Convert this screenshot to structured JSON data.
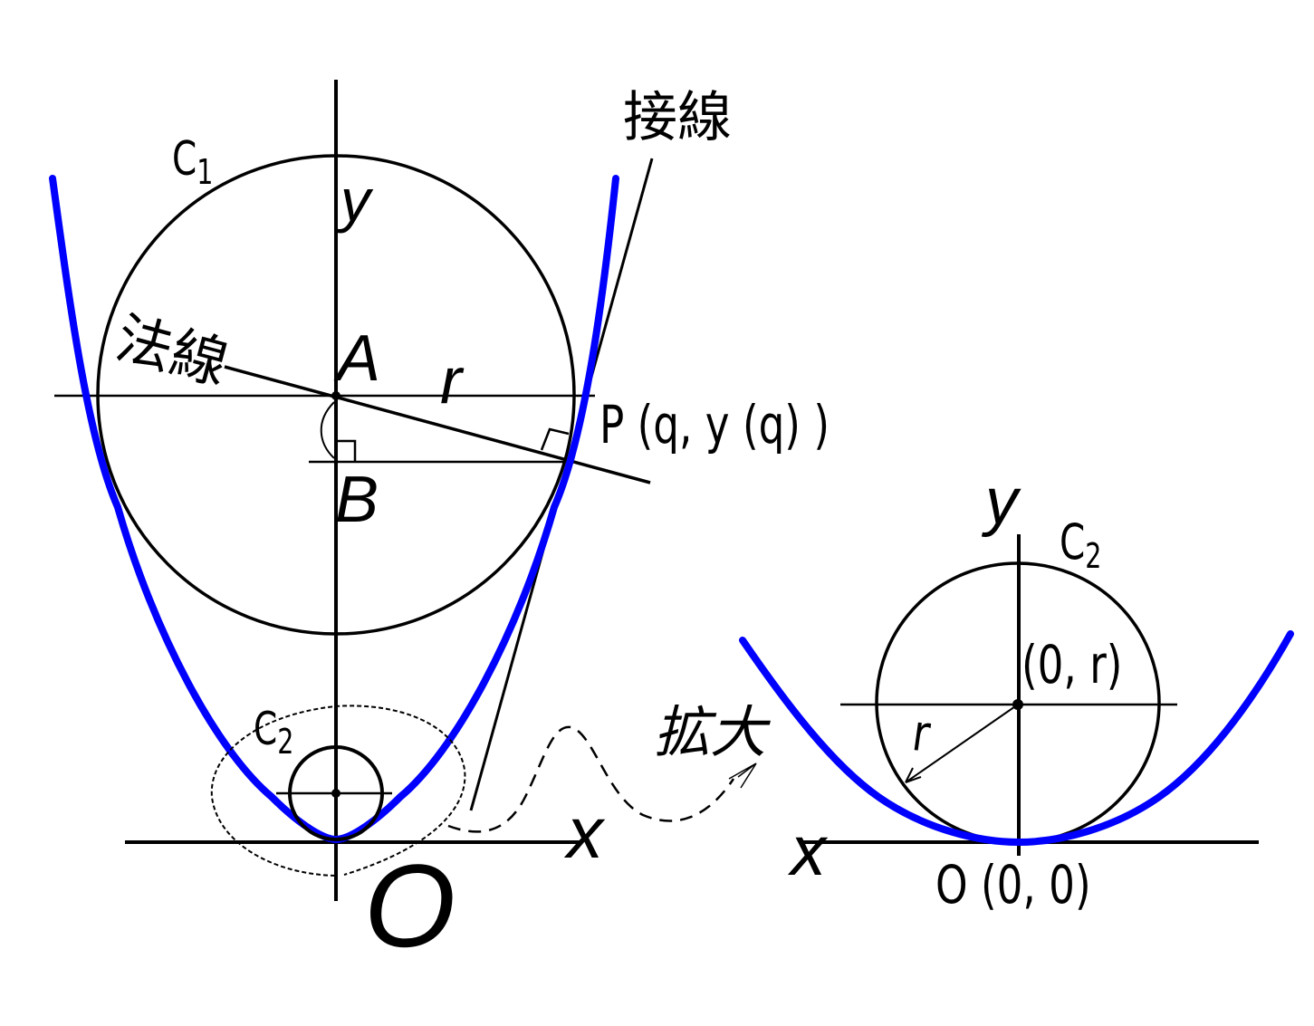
{
  "diagram": {
    "colors": {
      "curve": "#0000ff",
      "lines": "#000000",
      "background": "#ffffff"
    },
    "left_figure": {
      "axis_x_label": "x",
      "axis_y_label": "y",
      "origin_label": "O",
      "circle_c1_label": "C",
      "circle_c1_sub": "1",
      "circle_c2_label": "C",
      "circle_c2_sub": "2",
      "point_a_label": "A",
      "point_b_label": "B",
      "radius_label": "r",
      "point_p_label": "P (q, y (q) )",
      "normal_label": "法線",
      "tangent_label": "接線"
    },
    "magnify_label": "拡大",
    "right_figure": {
      "axis_x_label": "x",
      "axis_y_label": "y",
      "circle_c2_label": "C",
      "circle_c2_sub": "2",
      "center_label": "(0, r)",
      "radius_label": "r",
      "origin_label": "O (0, 0)"
    }
  }
}
